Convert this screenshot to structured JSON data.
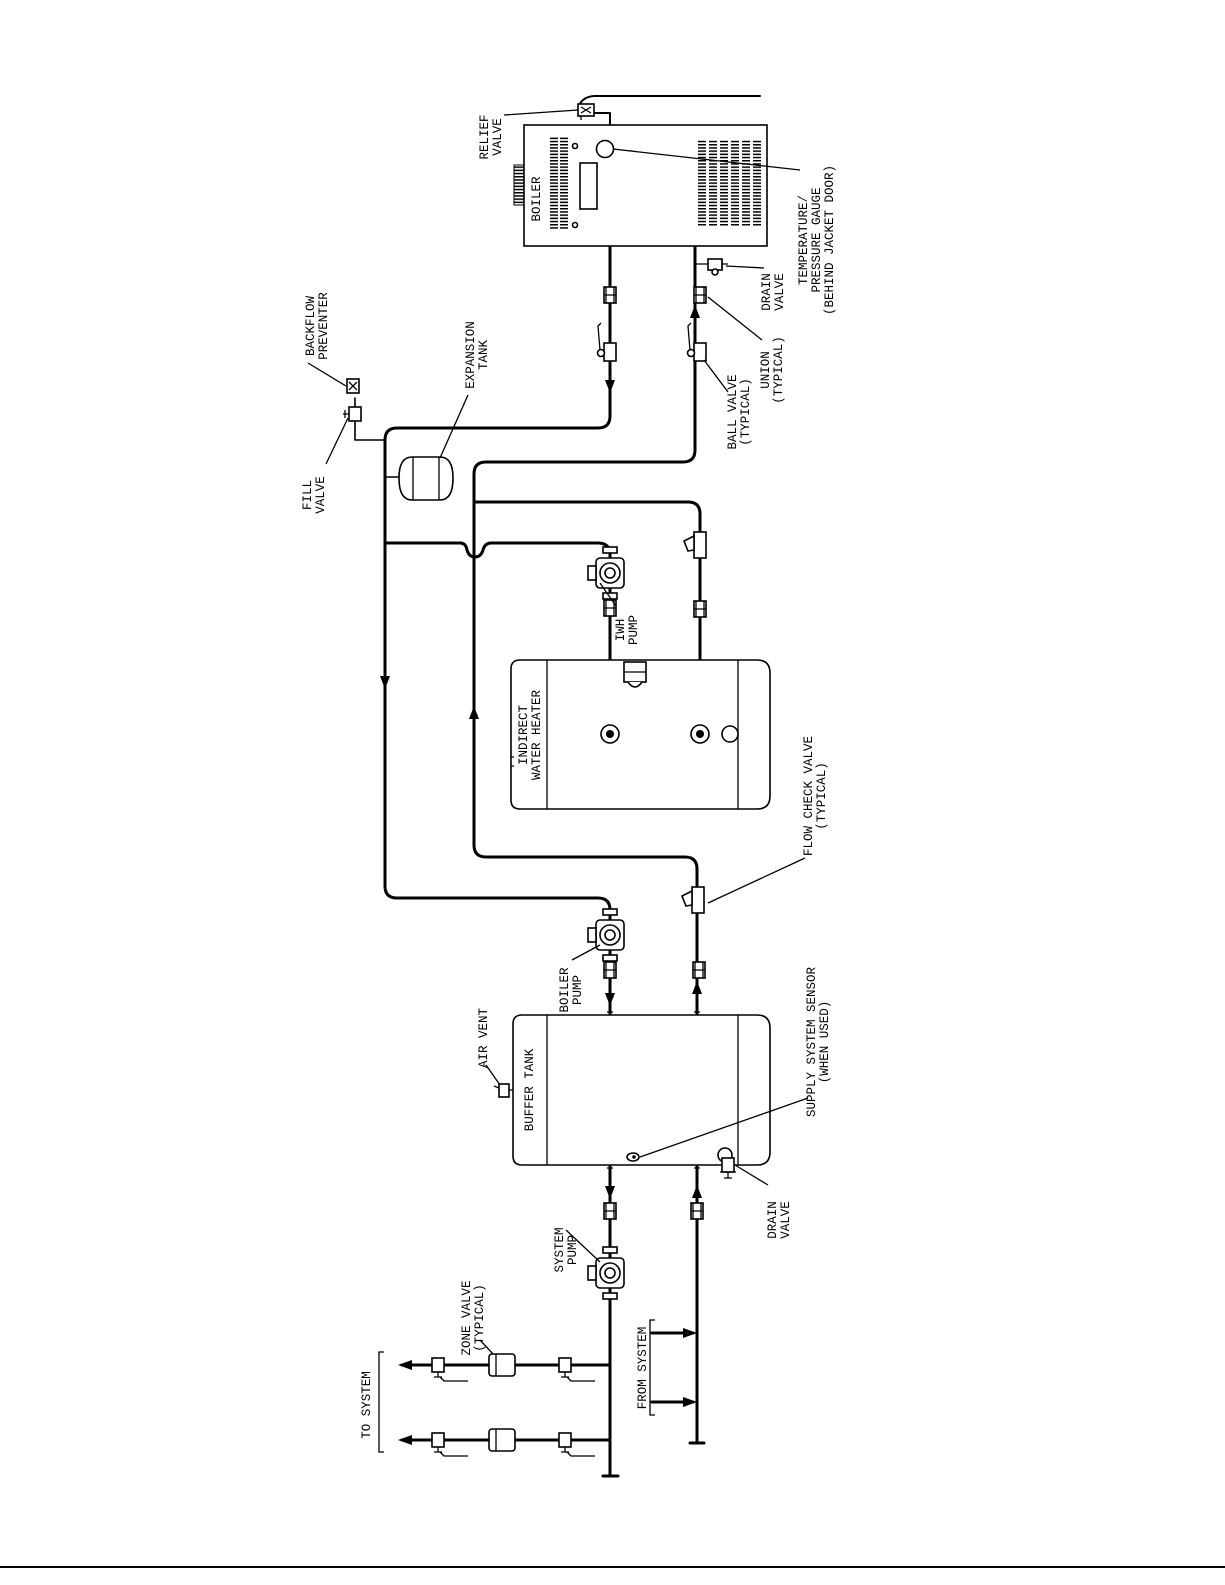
{
  "labels": {
    "relief_valve": [
      "RELIEF",
      "VALVE"
    ],
    "boiler": "BOILER",
    "temp_pressure_gauge": [
      "TEMPERATURE/",
      "PRESSURE GAUGE",
      "(BEHIND JACKET DOOR)"
    ],
    "boiler_drain_valve": [
      "DRAIN",
      "VALVE"
    ],
    "union": [
      "UNION",
      "(TYPICAL)"
    ],
    "ball_valve": [
      "BALL VALVE",
      "(TYPICAL)"
    ],
    "backflow_preventer": [
      "BACKFLOW",
      "PREVENTER"
    ],
    "expansion_tank": [
      "EXPANSION",
      "TANK"
    ],
    "fill_valve": [
      "FILL",
      "VALVE"
    ],
    "iwh_pump": [
      "IWH",
      "PUMP"
    ],
    "indirect_water_heater": [
      "INDIRECT",
      "WATER HEATER"
    ],
    "flow_check_valve": [
      "FLOW CHECK VALVE",
      "(TYPICAL)"
    ],
    "boiler_pump": [
      "BOILER",
      "PUMP"
    ],
    "air_vent": "AIR VENT",
    "buffer_tank": "BUFFER TANK",
    "supply_system_sensor": [
      "SUPPLY SYSTEM SENSOR",
      "(WHEN USED)"
    ],
    "buffer_drain_valve": [
      "DRAIN",
      "VALVE"
    ],
    "system_pump": [
      "SYSTEM",
      "PUMP"
    ],
    "zone_valve": [
      "ZONE VALVE",
      "(TYPICAL)"
    ],
    "to_system": "TO SYSTEM",
    "from_system": "FROM SYSTEM"
  },
  "colors": {
    "line": "#000000",
    "background": "#ffffff"
  }
}
